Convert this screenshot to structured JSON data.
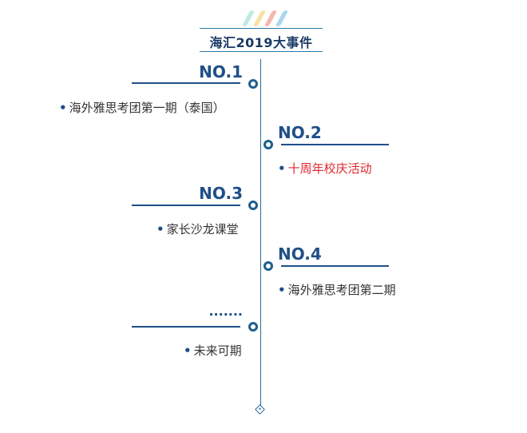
{
  "header": {
    "title": "海汇2019大事件",
    "stripe_colors": [
      "#bfeadf",
      "#f7e2a4",
      "#f4b7b0",
      "#a8d7f2"
    ]
  },
  "events": [
    {
      "label": "NO.1",
      "text": "海外雅思考团第一期（泰国）",
      "bullet": "•"
    },
    {
      "label": "NO.2",
      "text": "十周年校庆活动",
      "bullet": "•",
      "highlight_color": "#e0282e"
    },
    {
      "label": "NO.3",
      "text": "家长沙龙课堂",
      "bullet": "•"
    },
    {
      "label": "NO.4",
      "text": "海外雅思考团第二期",
      "bullet": "•"
    },
    {
      "label": "·······",
      "text": "未来可期",
      "bullet": "•"
    }
  ]
}
